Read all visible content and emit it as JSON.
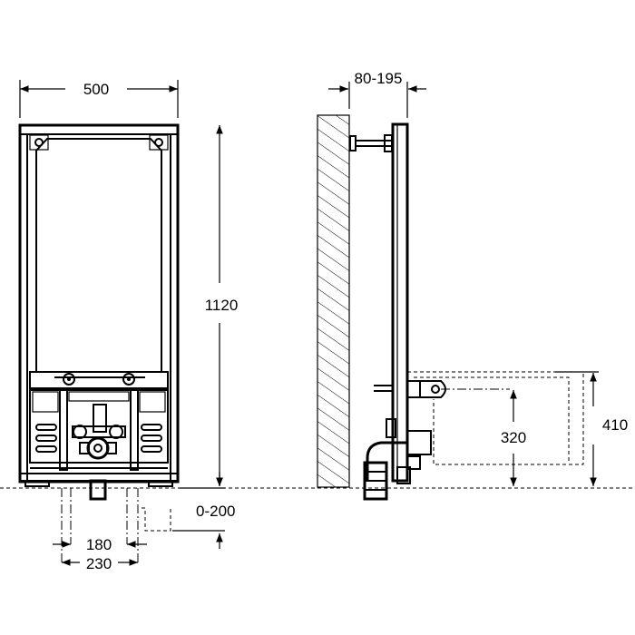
{
  "dimensions": {
    "frame_width": "500",
    "wall_offset": "80-195",
    "frame_height": "1120",
    "floor_adjust": "0-200",
    "pipe_spacing_inner": "180",
    "pipe_spacing_outer": "230",
    "inlet_height": "320",
    "bowl_height": "410"
  },
  "colors": {
    "line": "#000000",
    "background": "#ffffff"
  }
}
